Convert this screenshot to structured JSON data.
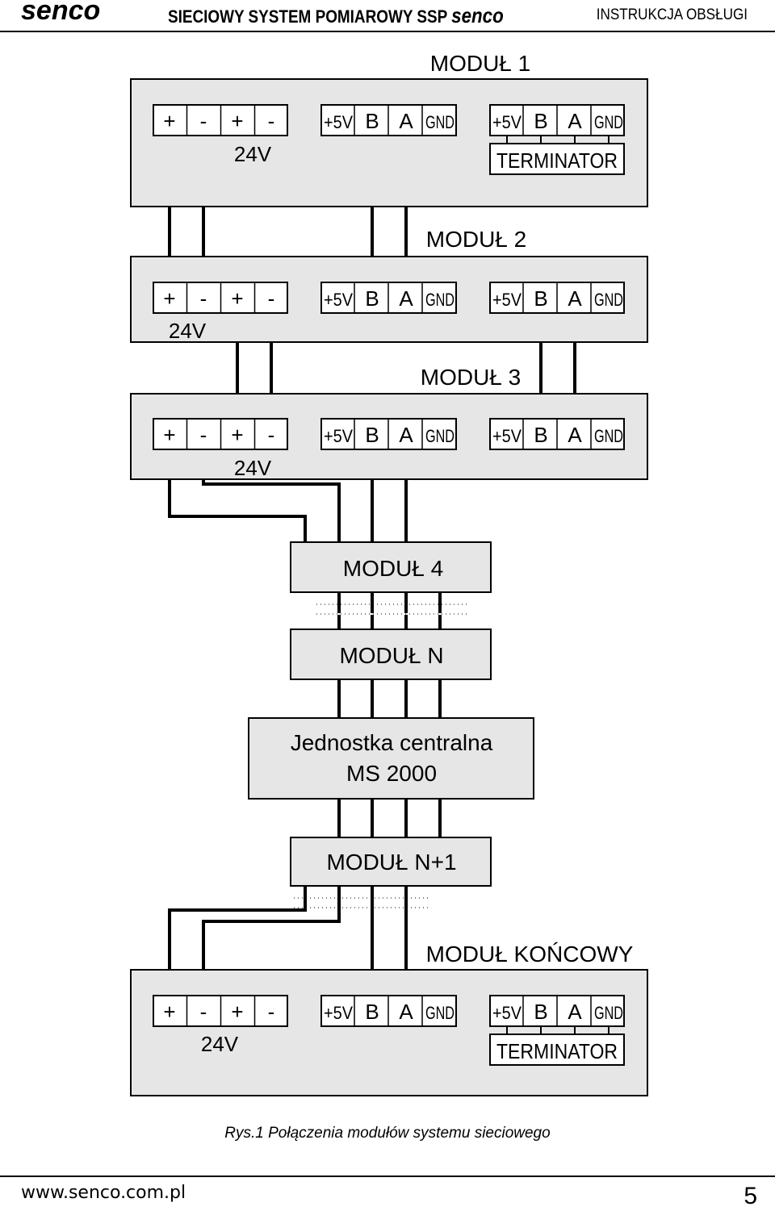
{
  "header": {
    "logo": "senco",
    "title": "SIECIOWY SYSTEM POMIAROWY SSP",
    "title_brand": "senco",
    "doc_type": "INSTRUKCJA OBSŁUGI"
  },
  "diagram": {
    "modules": {
      "m1": "MODUŁ 1",
      "m2": "MODUŁ 2",
      "m3": "MODUŁ 3",
      "m4": "MODUŁ 4",
      "mn": "MODUŁ N",
      "mn1": "MODUŁ N+1",
      "mend": "MODUŁ KOŃCOWY"
    },
    "central_unit": {
      "line1": "Jednostka centralna",
      "line2": "MS 2000"
    },
    "terminals": {
      "power": [
        "+",
        "-",
        "+",
        "-"
      ],
      "bus": [
        "+5V",
        "B",
        "A",
        "GND"
      ]
    },
    "power_label": "24V",
    "terminator_label": "TERMINATOR"
  },
  "caption": "Rys.1 Połączenia modułów systemu sieciowego",
  "footer": {
    "url": "www.senco.com.pl",
    "page": "5"
  },
  "colors": {
    "module_fill": "#e6e6e6",
    "line": "#000000"
  }
}
